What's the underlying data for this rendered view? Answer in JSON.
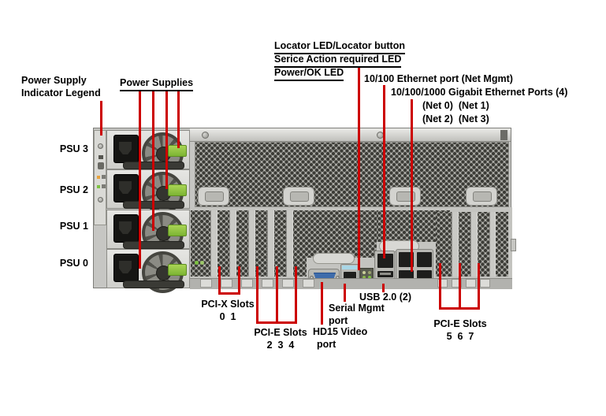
{
  "figure": {
    "type": "server rear panel callout diagram"
  },
  "colors": {
    "callout_red": "#cc0000",
    "chassis_gray": "#c6c6c3",
    "grille_dot": "#3c3c37",
    "psu_latch_green": "#8fc441",
    "vga_blue": "#3e6cab",
    "serial_strip_blue": "#a9d6e6",
    "led_green": "#7dc242",
    "led_amber": "#e8a33d"
  },
  "callouts": {
    "psu_indicator_legend": {
      "line1": "Power Supply",
      "line2": "Indicator Legend"
    },
    "power_supplies": "Power Supplies",
    "locator_led": "Locator LED/Locator button",
    "service_action_led": "Serice Action required LED",
    "power_ok_led": "Power/OK LED",
    "net_mgmt_port": "10/100 Ethernet port (Net Mgmt)",
    "gigabit_ports": "10/100/1000 Gigabit Ethernet Ports (4)",
    "gigabit_net01": "(Net 0)  (Net 1)",
    "gigabit_net23": "(Net 2)  (Net 3)",
    "pcix_slots": {
      "title": "PCI-X Slots",
      "numbers": "0  1"
    },
    "pcie_slots_234": {
      "title": "PCI-E Slots",
      "numbers": "2  3  4"
    },
    "serial_mgmt": {
      "line1": "Serial Mgmt",
      "line2": "port"
    },
    "hd15_video": {
      "line1": "HD15 Video",
      "line2": "port"
    },
    "usb": "USB 2.0 (2)",
    "pcie_slots_567": {
      "title": "PCI-E Slots",
      "numbers": "5  6  7"
    }
  },
  "psu": {
    "labels": [
      "PSU 3",
      "PSU 2",
      "PSU 1",
      "PSU 0"
    ]
  }
}
